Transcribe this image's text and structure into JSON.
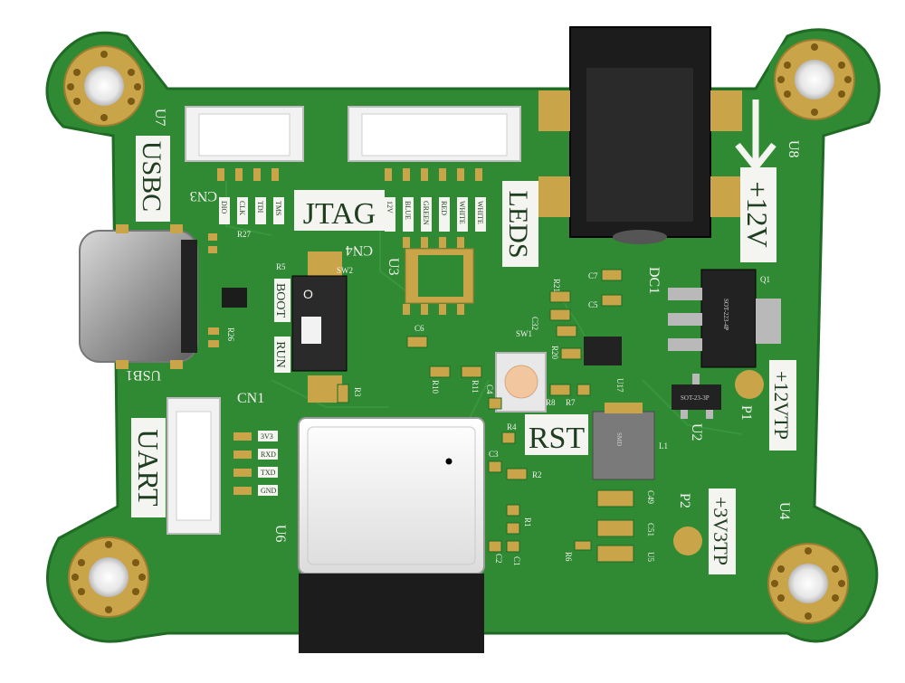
{
  "board": {
    "labels": {
      "usbc": "USBC",
      "jtag": "JTAG",
      "leds": "LEDS",
      "uart": "UART",
      "rst": "RST",
      "plus12v": "+12V",
      "plus12vtp": "+12VTP",
      "plus3v3tp": "+3V3TP",
      "boot": "BOOT",
      "run": "RUN",
      "switch_o": "O"
    },
    "refs": {
      "u7": "U7",
      "u8": "U8",
      "u3": "U3",
      "u6": "U6",
      "u4": "U4",
      "u2": "U2",
      "u17": "U17",
      "u5": "U5",
      "cn3": "CN3",
      "cn4": "CN4",
      "cn1": "CN1",
      "usb1": "USB1",
      "dc1": "DC1",
      "sw1": "SW1",
      "sw2": "SW2",
      "r27": "R27",
      "r26": "R26",
      "r5": "R5",
      "r3": "R3",
      "r10": "R10",
      "r11": "R11",
      "r21": "R21",
      "r20": "R20",
      "r8": "R8",
      "r7": "R7",
      "r4": "R4",
      "r2": "R2",
      "r1": "R1",
      "r6": "R6",
      "c7": "C7",
      "c5": "C5",
      "c6": "C6",
      "c32": "C32",
      "c4": "C4",
      "c3": "C3",
      "c2": "C2",
      "c1": "C1",
      "c49": "C49",
      "c51": "C51",
      "l1": "L1",
      "q1": "Q1",
      "p1": "P1",
      "p2": "P2"
    },
    "pins": {
      "jtag": [
        "DIO",
        "CLK",
        "TDI",
        "TMS"
      ],
      "leds": [
        "12V",
        "BLUE",
        "GREEN",
        "RED",
        "WHITE",
        "WHITE"
      ],
      "uart": [
        "3V3",
        "RXD",
        "TXD",
        "GND"
      ]
    },
    "ic_marks": {
      "sot223": "SOT-223-4P",
      "sot23": "SOT-23-3P",
      "inductor": "SMD"
    }
  },
  "colors": {
    "pcb": "#2f8a33",
    "pcb_dark": "#1f6b25",
    "gold": "#c9a449",
    "silk": "#f4f4f0",
    "black_part": "#1c1c1c"
  }
}
